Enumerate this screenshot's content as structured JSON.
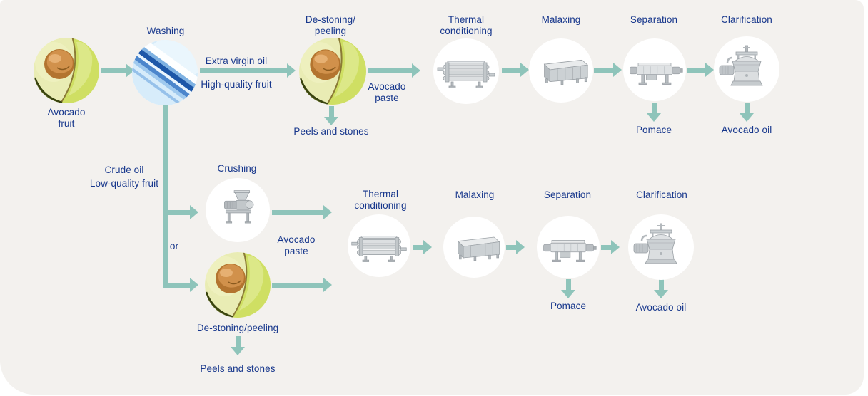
{
  "colors": {
    "page_bg": "#ffffff",
    "panel_bg": "#f3f1ee",
    "arrow": "#8ec4ba",
    "text": "#17378c",
    "node_bg": "#ffffff"
  },
  "top_flow": {
    "source_label": "Avocado\nfruit",
    "washing_label": "Washing",
    "route_above": "Extra virgin oil",
    "route_below": "High-quality fruit",
    "destoning_label": "De-stoning/\npeeling",
    "destoning_byproduct": "Peels and stones",
    "paste_label": "Avocado\npaste",
    "thermal_label": "Thermal\nconditioning",
    "malaxing_label": "Malaxing",
    "separation_label": "Separation",
    "separation_byproduct": "Pomace",
    "clarification_label": "Clarification",
    "output_label": "Avocado oil"
  },
  "bottom_flow": {
    "route_line1": "Crude oil",
    "route_line2": "Low-quality fruit",
    "crushing_label": "Crushing",
    "or_label": "or",
    "destoning_label": "De-stoning/peeling",
    "destoning_byproduct": "Peels and stones",
    "paste_label": "Avocado\npaste",
    "thermal_label": "Thermal\nconditioning",
    "malaxing_label": "Malaxing",
    "separation_label": "Separation",
    "separation_byproduct": "Pomace",
    "clarification_label": "Clarification",
    "output_label": "Avocado oil"
  },
  "icons": {
    "avocado": "avocado-photo-icon",
    "washing": "water-wave-icon",
    "crushing": "crusher-mill-icon",
    "thermal_conditioning": "tubular-heat-exchanger-icon",
    "malaxing": "malaxer-tank-icon",
    "separation": "decanter-centrifuge-icon",
    "clarification": "disc-centrifuge-icon"
  }
}
